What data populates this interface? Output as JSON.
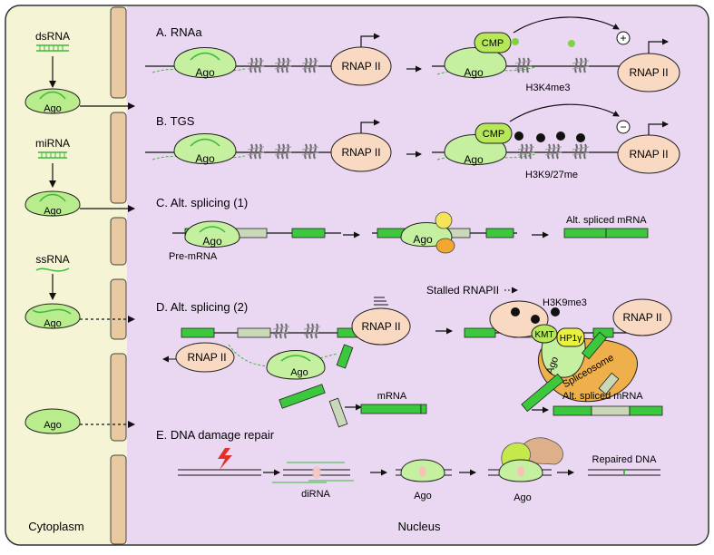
{
  "cytoplasm": {
    "label": "Cytoplasm",
    "items": [
      {
        "name": "dsRNA",
        "protein": "Ago"
      },
      {
        "name": "miRNA",
        "protein": "Ago"
      },
      {
        "name": "ssRNA",
        "protein": "Ago"
      },
      {
        "name": "",
        "protein": "Ago"
      }
    ]
  },
  "nucleus": {
    "label": "Nucleus",
    "sections": {
      "a": {
        "title": "A. RNAa",
        "left_ago": "Ago",
        "left_rnap": "RNAP II",
        "right_cmp": "CMP",
        "right_ago": "Ago",
        "right_rnap": "RNAP II",
        "mark": "H3K4me3",
        "effect": "+"
      },
      "b": {
        "title": "B. TGS",
        "left_ago": "Ago",
        "left_rnap": "RNAP II",
        "right_cmp": "CMP",
        "right_ago": "Ago",
        "right_rnap": "RNAP II",
        "mark": "H3K9/27me",
        "effect": "−"
      },
      "c": {
        "title": "C. Alt. splicing (1)",
        "left_ago": "Ago",
        "premrna": "Pre-mRNA",
        "right_ago": "Ago",
        "product": "Alt. spliced mRNA"
      },
      "d": {
        "title": "D. Alt. splicing (2)",
        "left_rnap": "RNAP II",
        "mid_rnap": "RNAP II",
        "ago": "Ago",
        "mrna": "mRNA",
        "stalled": "Stalled RNAPII",
        "mark": "H3K9me3",
        "kmt": "KMT",
        "hp1": "HP1γ",
        "right_ago": "Ago",
        "right_rnap": "RNAP II",
        "spliceosome": "Spliceosome",
        "product": "Alt. spliced mRNA"
      },
      "e": {
        "title": "E. DNA damage repair",
        "dirna": "diRNA",
        "ago1": "Ago",
        "ago2": "Ago",
        "product": "Repaired DNA"
      }
    }
  }
}
